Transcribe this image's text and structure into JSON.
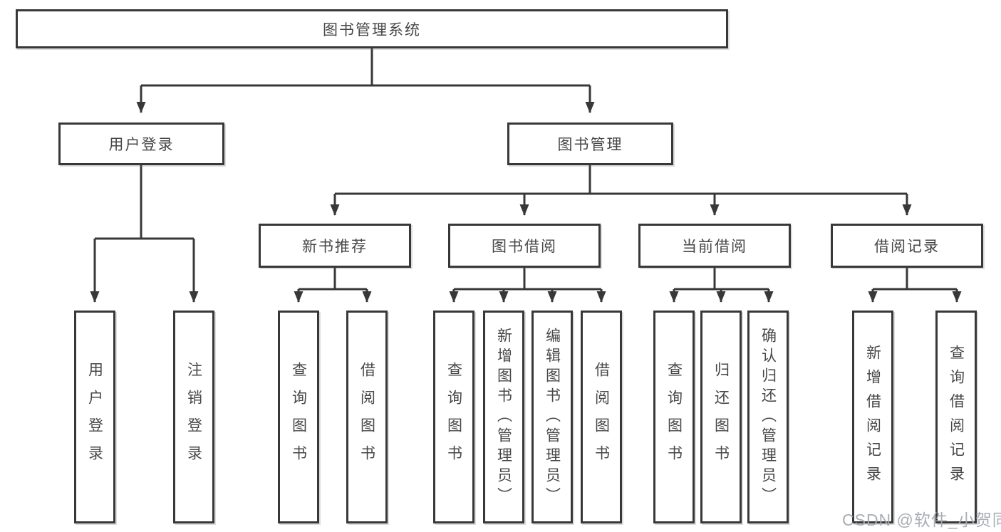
{
  "diagram": {
    "root": {
      "label": "图书管理系统"
    },
    "branches": [
      {
        "label": "用户登录",
        "children": [
          {
            "label": "用户登录"
          },
          {
            "label": "注销登录"
          }
        ]
      },
      {
        "label": "图书管理",
        "children": [
          {
            "label": "新书推荐",
            "children": [
              {
                "label": "查询图书"
              },
              {
                "label": "借阅图书"
              }
            ]
          },
          {
            "label": "图书借阅",
            "children": [
              {
                "label": "查询图书"
              },
              {
                "label": "新增图书（管理员）"
              },
              {
                "label": "编辑图书（管理员）"
              },
              {
                "label": "借阅图书"
              }
            ]
          },
          {
            "label": "当前借阅",
            "children": [
              {
                "label": "查询图书"
              },
              {
                "label": "归还图书"
              },
              {
                "label": "确认归还（管理员）"
              }
            ]
          },
          {
            "label": "借阅记录",
            "children": [
              {
                "label": "新增借阅记录"
              },
              {
                "label": "查询借阅记录"
              }
            ]
          }
        ]
      }
    ]
  },
  "watermark": {
    "text": "CSDN @软件_小贺同学"
  },
  "colors": {
    "line": "#383838",
    "box_border": "#383838",
    "text": "#474747",
    "watermark": "#a4aab0"
  }
}
